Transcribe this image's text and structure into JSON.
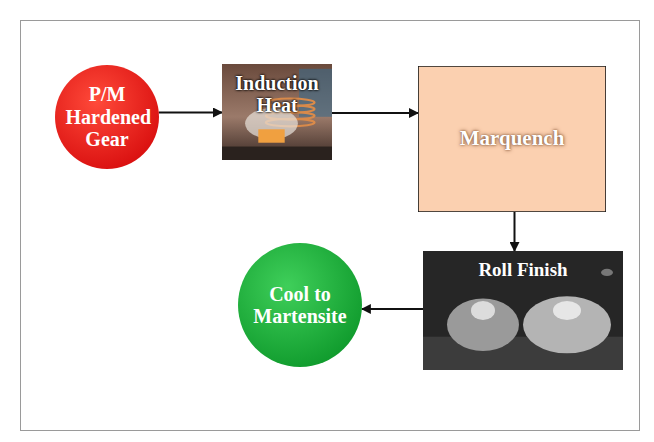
{
  "diagram": {
    "nodes": [
      {
        "text": [
          "P/M Hardened Gear"
        ]
      },
      {
        "text": [
          "Induction Heat"
        ]
      },
      {
        "text": [
          "Marquench"
        ]
      },
      {
        "text": [
          "Roll Finish"
        ]
      },
      {
        "text": [
          "Cool to Martensite"
        ]
      }
    ],
    "edges": [
      {
        "from": 0,
        "to": 1,
        "arrow": "to"
      },
      {
        "from": 1,
        "to": 2,
        "arrow": "to"
      },
      {
        "from": 2,
        "to": 3,
        "arrow": "to"
      },
      {
        "from": 3,
        "to": 4,
        "arrow": "to"
      }
    ]
  }
}
